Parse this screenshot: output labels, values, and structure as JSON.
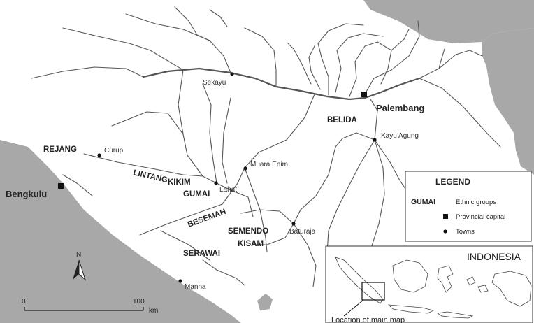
{
  "towns": [
    {
      "id": "sekayu",
      "name": "Sekayu"
    },
    {
      "id": "curup",
      "name": "Curup"
    },
    {
      "id": "muara-enim",
      "name": "Muara Enim"
    },
    {
      "id": "lahat",
      "name": "Lahat"
    },
    {
      "id": "kayu-agung",
      "name": "Kayu Agung"
    },
    {
      "id": "baturaja",
      "name": "Baturaja"
    },
    {
      "id": "manna",
      "name": "Manna"
    }
  ],
  "capitals": [
    {
      "id": "palembang",
      "name": "Palembang"
    },
    {
      "id": "bengkulu",
      "name": "Bengkulu"
    }
  ],
  "ethnic_groups": [
    "REJANG",
    "LINTANG",
    "KIKIM",
    "GUMAI",
    "BESEMAH",
    "SEMENDO",
    "KISAM",
    "SERAWAI",
    "BELIDA"
  ],
  "legend": {
    "title": "LEGEND",
    "sample": "GUMAI",
    "ethnic_label": "Ethnic groups",
    "capital_label": "Provincial capital",
    "town_label": "Towns"
  },
  "scale": {
    "start": "0",
    "end": "100",
    "unit": "km"
  },
  "north": "N",
  "inset": {
    "title": "INDONESIA",
    "caption": "Location of main map"
  },
  "colors": {
    "sea": "#a8a8a8",
    "land": "#ffffff",
    "river": "#555555"
  }
}
